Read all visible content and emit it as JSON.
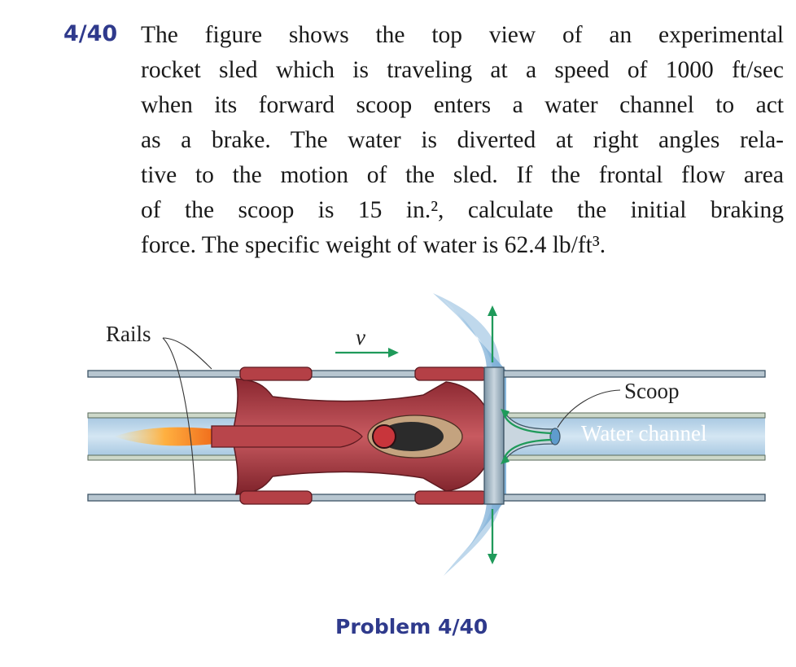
{
  "problem": {
    "number": "4/40",
    "lines": [
      "The figure shows the top view of an experimental",
      "rocket sled which is traveling at a speed of 1000 ft/sec",
      "when its forward scoop enters a water channel to act",
      "as a brake. The water is diverted at right angles rela-",
      "tive to the motion of the sled. If the frontal flow area",
      "of the scoop is 15 in.², calculate the initial braking",
      "force. The specific weight of water is 62.4 lb/ft³."
    ]
  },
  "figure": {
    "labels": {
      "rails": "Rails",
      "velocity": "v",
      "scoop": "Scoop",
      "water_channel": "Water channel"
    },
    "colors": {
      "sled_body": "#a5333b",
      "water": "#bcd8ec",
      "arrow": "#1f9a5a",
      "rail": "#8aa0ae",
      "flame": "#f5a623"
    }
  },
  "caption": "Problem 4/40"
}
